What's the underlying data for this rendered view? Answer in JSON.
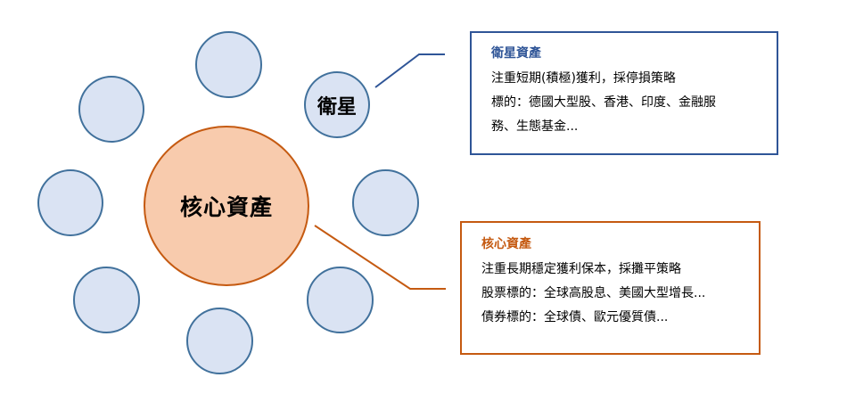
{
  "core": {
    "label": "核心資產"
  },
  "satellite": {
    "label": "衛星"
  },
  "satellite_box": {
    "title": "衛星資產",
    "lines": [
      "注重短期(積極)獲利，採停損策略",
      "標的：德國大型股、香港、印度、金融服",
      "務、生態基金..."
    ]
  },
  "core_box": {
    "title": "核心資產",
    "lines": [
      "注重長期穩定獲利保本，採攤平策略",
      "股票標的：全球高股息、美國大型增長...",
      "債券標的：全球債、歐元優質債..."
    ]
  },
  "colors": {
    "satellite_fill": "#dae3f3",
    "satellite_stroke": "#41719c",
    "core_fill": "#f8cbad",
    "core_stroke": "#c55a11",
    "satellite_box_border": "#2f5597",
    "core_box_border": "#c55a11"
  }
}
